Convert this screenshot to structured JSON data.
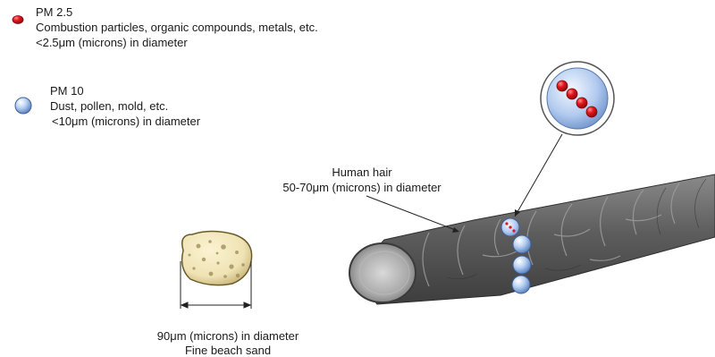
{
  "legend": {
    "pm25": {
      "title": "PM 2.5",
      "line1": "Combustion particles, organic compounds, metals, etc.",
      "line2": "<2.5μm (microns) in diameter",
      "marker_color": "#e3161b"
    },
    "pm10": {
      "title": "PM 10",
      "line1": "Dust, pollen, mold, etc.",
      "line2": "<10μm (microns) in diameter",
      "marker_color": "#a9c6ee"
    }
  },
  "hair": {
    "label_line1": "Human hair",
    "label_line2": "50-70μm (microns) in diameter",
    "color": "#6b6b6b"
  },
  "sand": {
    "size_label": "90μm  (microns) in diameter",
    "name": "Fine beach sand",
    "color": "#efe3b4"
  }
}
